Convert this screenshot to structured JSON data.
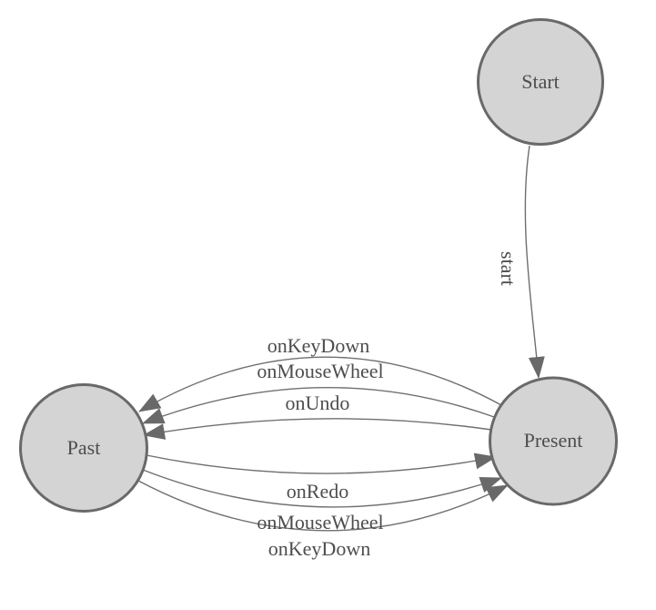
{
  "diagram": {
    "type": "state-machine",
    "background": "#ffffff",
    "colors": {
      "node_fill": "#d4d4d4",
      "node_border": "#696969",
      "edge_line": "#6f6f6f",
      "arrowhead": "#696969",
      "text": "#4d4d4d"
    },
    "nodes": [
      {
        "id": "start",
        "label": "Start"
      },
      {
        "id": "past",
        "label": "Past"
      },
      {
        "id": "present",
        "label": "Present"
      }
    ],
    "edges": [
      {
        "from": "Start",
        "to": "Present",
        "label": "start"
      },
      {
        "from": "Present",
        "to": "Past",
        "label": "onKeyDown"
      },
      {
        "from": "Present",
        "to": "Past",
        "label": "onMouseWheel"
      },
      {
        "from": "Present",
        "to": "Past",
        "label": "onUndo"
      },
      {
        "from": "Past",
        "to": "Present",
        "label": "onRedo"
      },
      {
        "from": "Past",
        "to": "Present",
        "label": "onMouseWheel"
      },
      {
        "from": "Past",
        "to": "Present",
        "label": "onKeyDown"
      }
    ]
  }
}
